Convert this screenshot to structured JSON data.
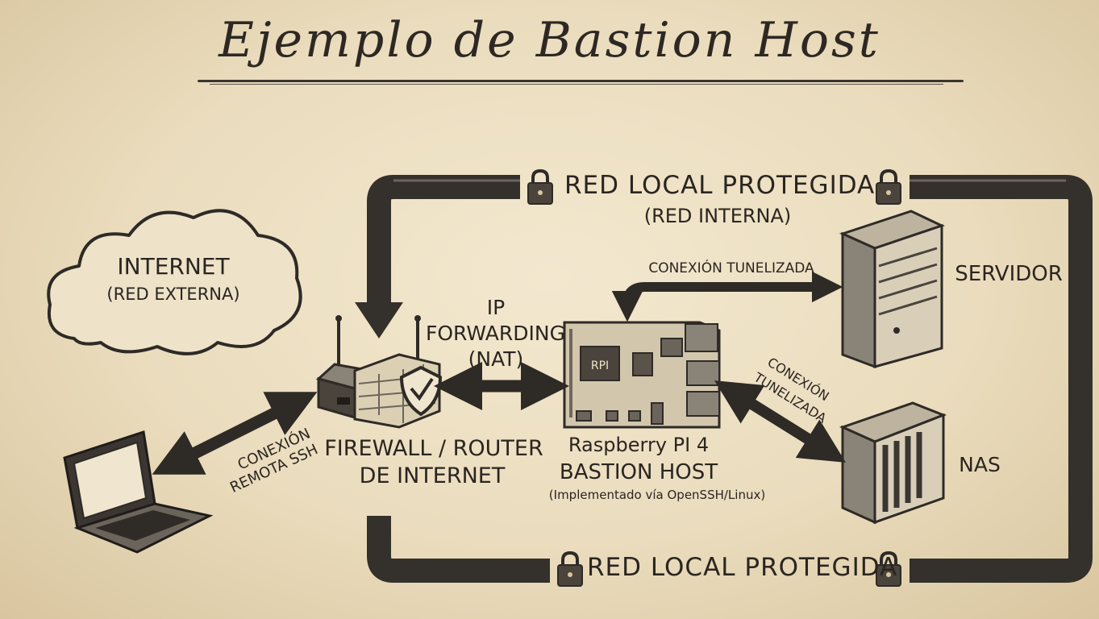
{
  "title": "Ejemplo de Bastion Host",
  "top_band": {
    "line1": "RED LOCAL PROTEGIDA",
    "line2": "(RED INTERNA)"
  },
  "bottom_band": {
    "line1": "RED LOCAL PROTEGIDA"
  },
  "internet": {
    "line1": "INTERNET",
    "line2": "(RED EXTERNA)"
  },
  "ssh_link": {
    "line1": "CONEXIÓN",
    "line2": "REMOTA SSH"
  },
  "firewall": {
    "line1": "FIREWALL / ROUTER",
    "line2": "DE INTERNET"
  },
  "ip_forwarding": {
    "line1": "IP",
    "line2": "FORWARDING",
    "line3": "(NAT)"
  },
  "raspberry": {
    "line1": "Raspberry PI 4",
    "line2": "BASTION HOST",
    "line3": "(Implementado vía OpenSSH/Linux)",
    "chip_label": "RPI"
  },
  "tunnel_server": {
    "label": "CONEXIÓN TUNELIZADA"
  },
  "tunnel_nas": {
    "line1": "CONEXIÓN",
    "line2": "TUNELIZADA"
  },
  "servidor": {
    "label": "SERVIDOR"
  },
  "nas": {
    "label": "NAS"
  },
  "colors": {
    "paper": "#eadcbd",
    "ink": "#2b2621",
    "arrow": "#3a3631"
  }
}
